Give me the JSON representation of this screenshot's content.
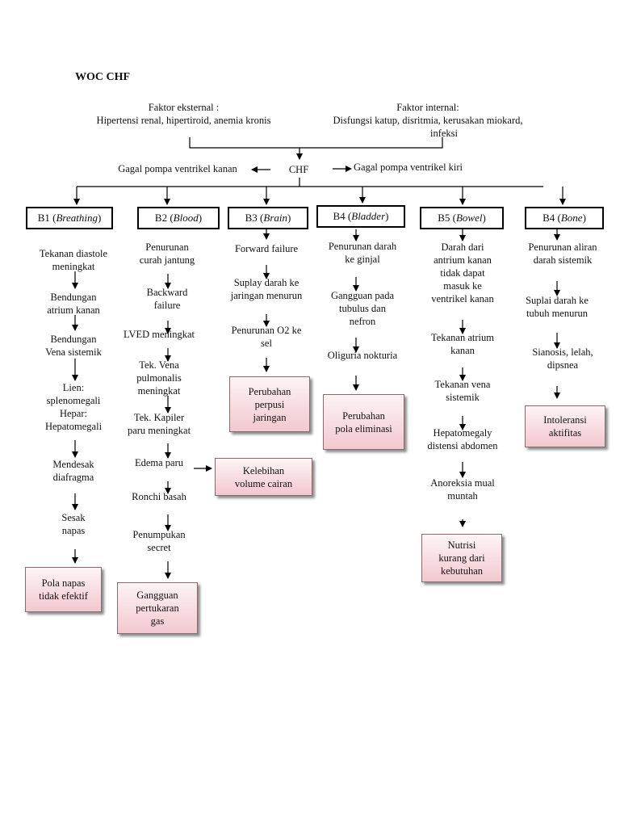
{
  "title": "WOC CHF",
  "external": {
    "line1": "Faktor eksternal :",
    "line2": "Hipertensi renal, hipertiroid, anemia kronis"
  },
  "internal": {
    "line1": "Faktor internal:",
    "line2": "Disfungsi katup, disritmia, kerusakan miokard,",
    "line3": "infeksi"
  },
  "center": {
    "label": "CHF",
    "left": "Gagal pompa ventrikel kanan",
    "right": "Gagal pompa ventrikel kiri"
  },
  "columns": [
    {
      "head": "B1",
      "head_italic": "Breathing",
      "steps": [
        "Tekanan diastole\nmeningkat",
        "Bendungan\natrium kanan",
        "Bendungan\nVena sistemik",
        "Lien:\nsplenomegali\nHepar:\nHepatomegali",
        "Mendesak\ndiafragma",
        "Sesak\nnapas"
      ],
      "dx": "Pola napas\ntidak efektif"
    },
    {
      "head": "B2",
      "head_italic": "Blood",
      "steps": [
        "Penurunan\ncurah jantung",
        "Backward\nfailure",
        "LVED meningkat",
        "Tek. Vena\npulmonalis\nmeningkat",
        "Tek. Kapiler\nparu meningkat",
        "Edema paru",
        "Ronchi basah",
        "Penumpukan\nsecret"
      ],
      "dx": "Gangguan\npertukaran\ngas",
      "side_dx": "Kelebihan\nvolume cairan"
    },
    {
      "head": "B3",
      "head_italic": "Brain",
      "steps": [
        "Forward failure",
        "Suplay darah ke\njaringan menurun",
        "Penurunan O2 ke\nsel"
      ],
      "dx": "Perubahan\nperpusi\njaringan"
    },
    {
      "head": "B4",
      "head_italic": "Bladder",
      "steps": [
        "Penurunan darah\nke ginjal",
        "Gangguan pada\ntubulus dan\nnefron",
        "Oliguria nokturia"
      ],
      "dx": "Perubahan\npola eliminasi"
    },
    {
      "head": "B5",
      "head_italic": "Bowel",
      "steps": [
        "Darah dari\nantrium kanan\ntidak dapat\nmasuk ke\nventrikel kanan",
        "Tekanan atrium\nkanan",
        "Tekanan vena\nsistemik",
        "Hepatomegaly\ndistensi abdomen",
        "Anoreksia mual\nmuntah"
      ],
      "dx": "Nutrisi\nkurang dari\nkebutuhan"
    },
    {
      "head": "B4",
      "head_italic": "Bone",
      "steps": [
        "Penurunan aliran\ndarah sistemik",
        "Suplai darah ke\ntubuh menurun",
        "Sianosis, lelah,\ndipsnea"
      ],
      "dx": "Intoleransi\naktifitas"
    }
  ]
}
